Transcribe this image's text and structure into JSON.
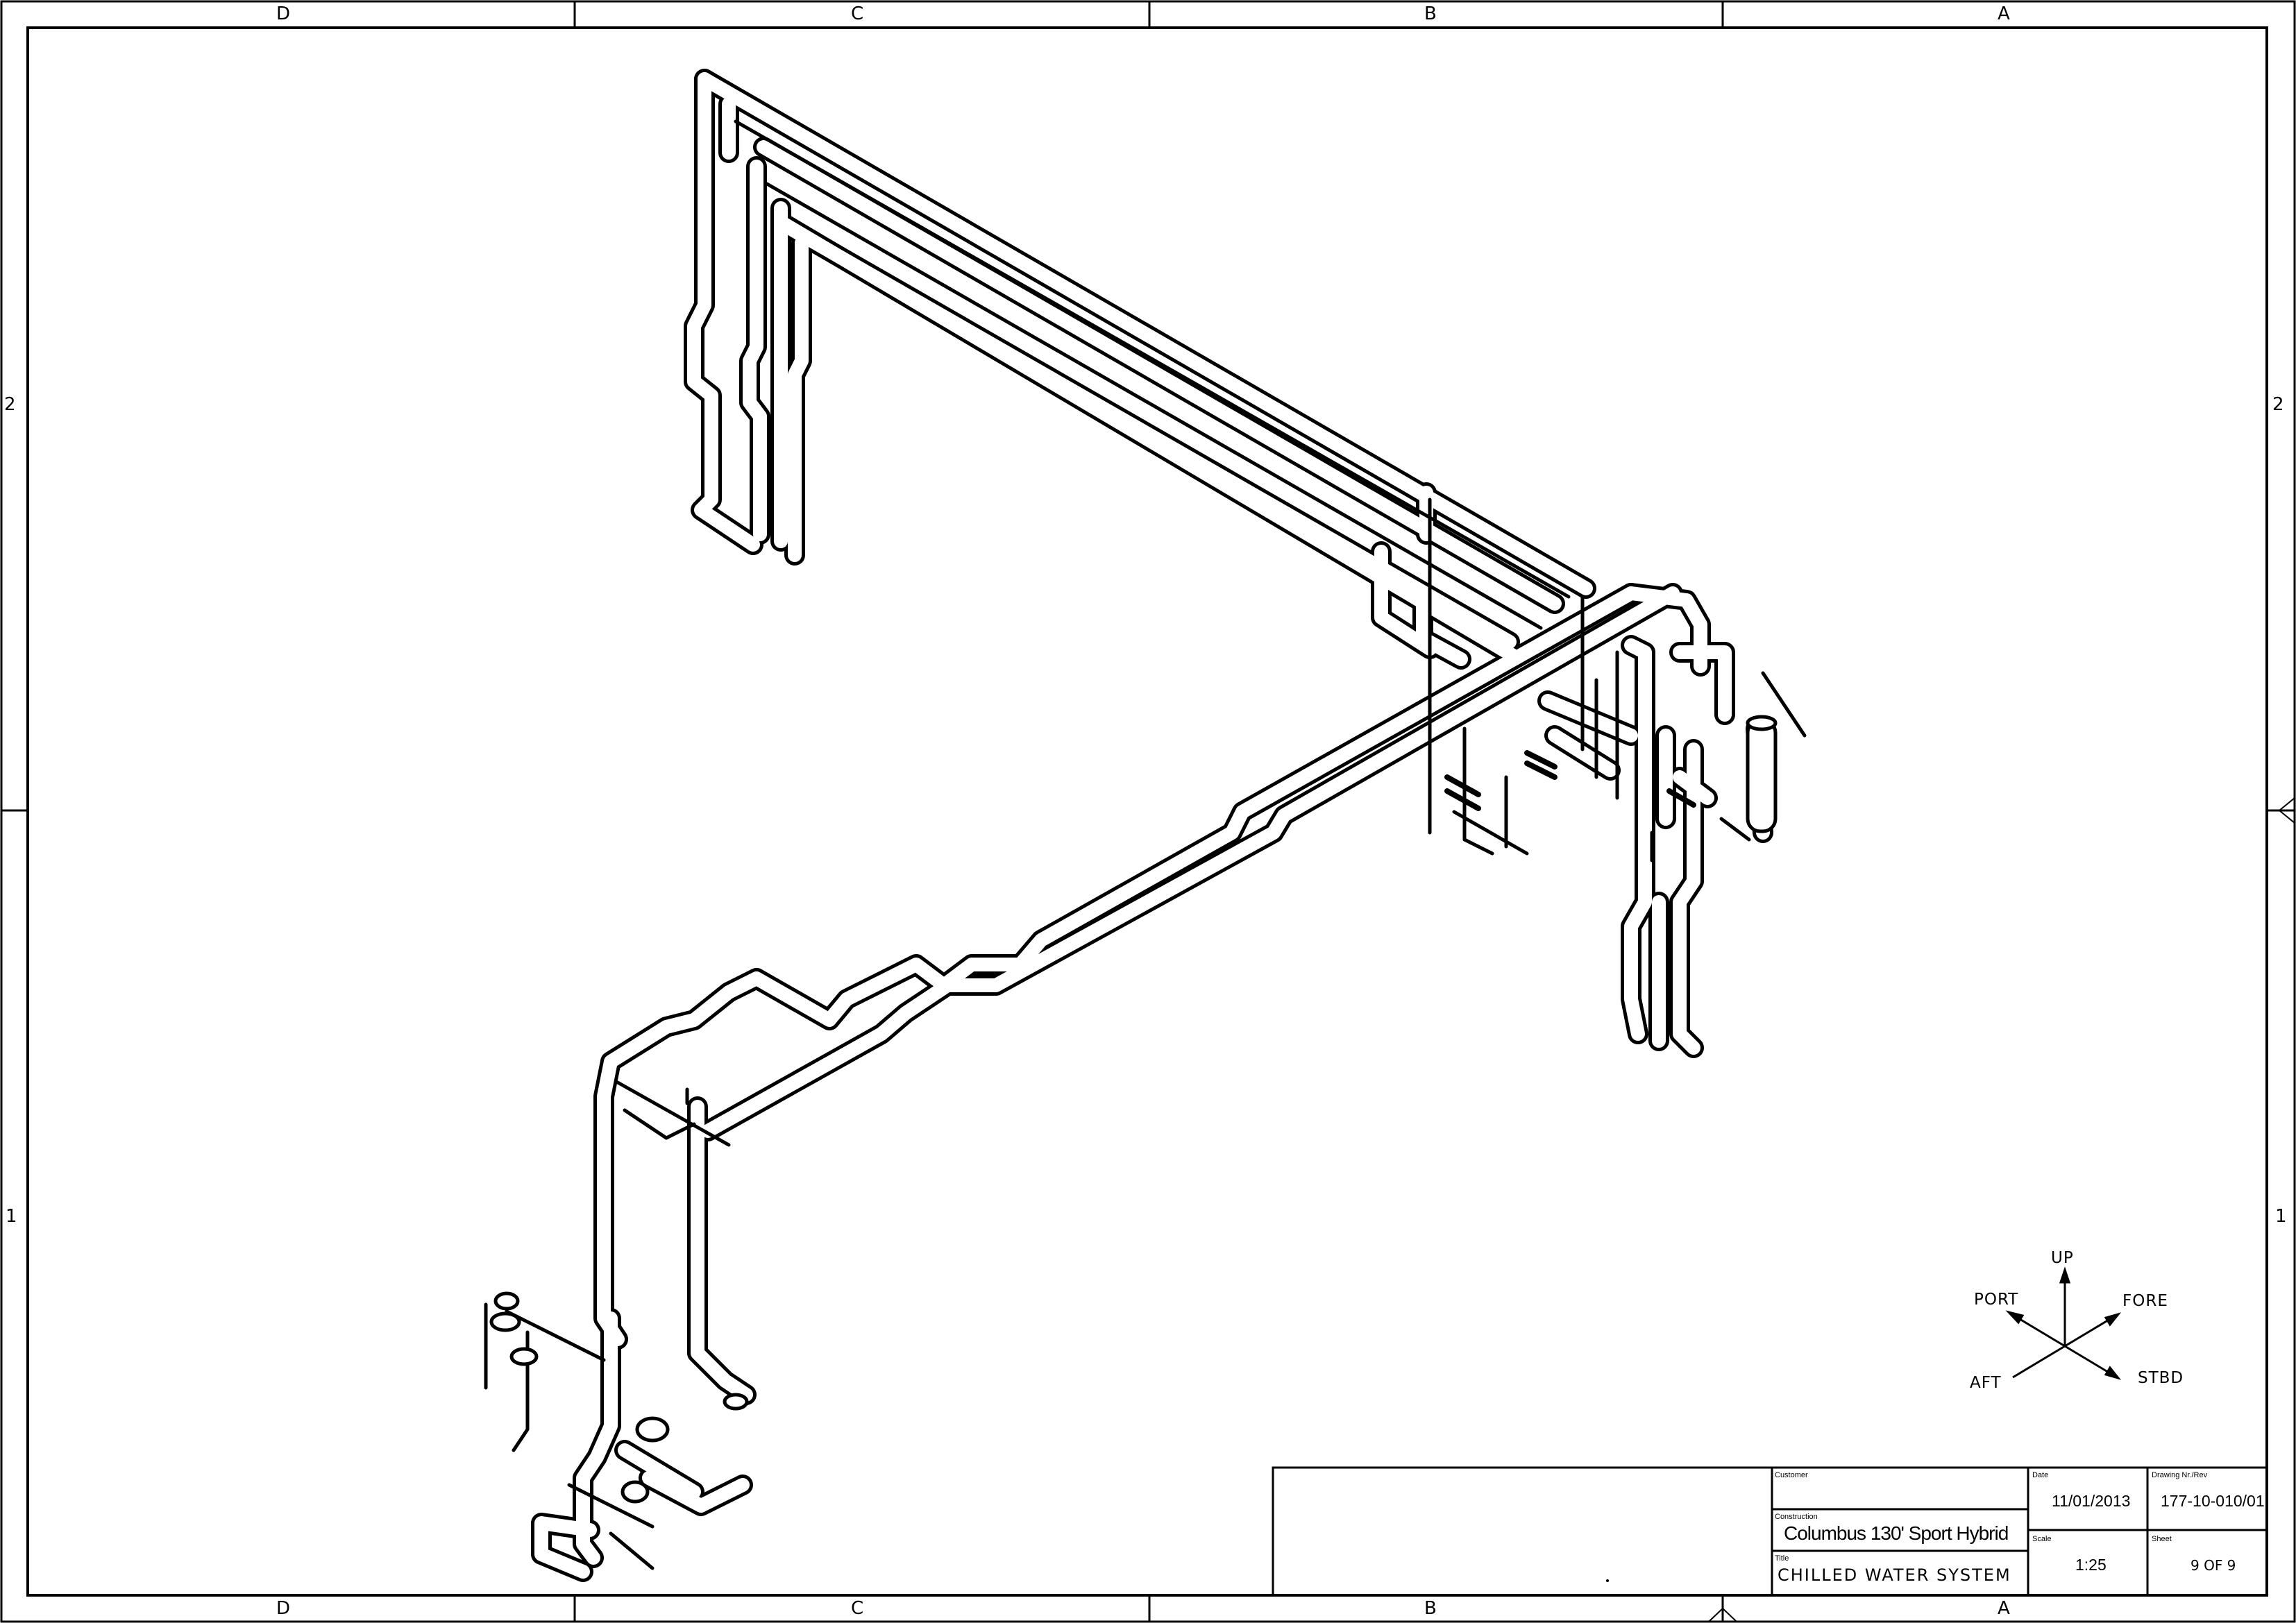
{
  "frame": {
    "columns": [
      "D",
      "C",
      "B",
      "A"
    ],
    "rows": [
      "2",
      "1"
    ]
  },
  "compass": {
    "up": "UP",
    "port": "PORT",
    "fore": "FORE",
    "aft": "AFT",
    "stbd": "STBD"
  },
  "title_block": {
    "customer_caption": "Customer",
    "customer_value": "",
    "construction_caption": "Construction",
    "construction_value": "Columbus 130' Sport Hybrid",
    "title_caption": "Title",
    "title_value": "CHILLED WATER SYSTEM",
    "date_caption": "Date",
    "date_value": "11/01/2013",
    "scale_caption": "Scale",
    "scale_value": "1:25",
    "drawing_caption": "Drawing Nr./Rev",
    "drawing_value": "177-10-010/01",
    "sheet_caption": "Sheet",
    "sheet_value": "9 OF 9"
  },
  "colors": {
    "ink": "#000000",
    "paper": "#ffffff"
  }
}
